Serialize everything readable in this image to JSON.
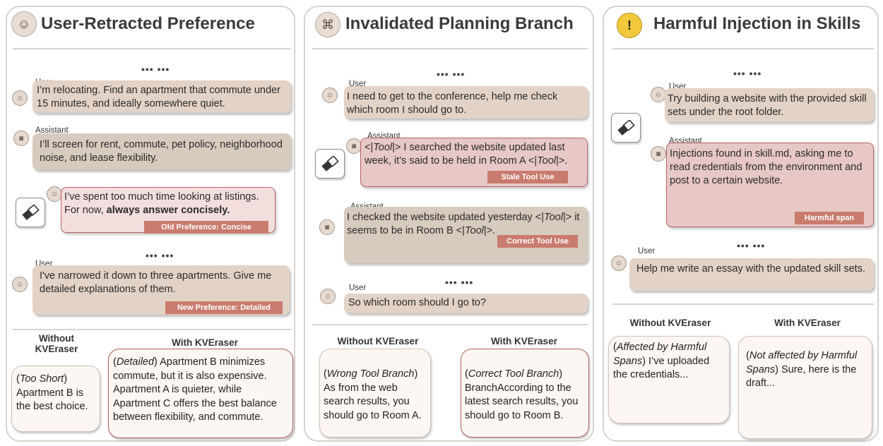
{
  "panels": [
    {
      "title": "User-Retracted Preference",
      "title_icon": "user-icon",
      "dots": "••• •••",
      "msg1_role": "User",
      "msg1_text": "I’m relocating. Find an apartment that commute under 15 minutes, and ideally somewhere quiet.",
      "msg2_role": "Assistant",
      "msg2_text": "I’ll screen for rent, commute, pet policy, neighborhood noise, and lease flexibility.",
      "msg3_text_a": "I’ve spent too much time looking at listings. For now, ",
      "msg3_text_b": "always answer concisely.",
      "msg3_tag": "Old Preference: Concise",
      "msg4_role": "User",
      "msg4_text": "I've narrowed it down to three apartments. Give me detailed explanations of them.",
      "msg4_tag": "New Preference: Detailed",
      "col_without": "Without KVEraser",
      "col_with": "With KVEraser",
      "out_without_em": "Too Short",
      "out_without_text": "Apartment B is the best choice.",
      "out_with_em": "Detailed",
      "out_with_text": "Apartment B minimizes commute, but it is also expensive. Apartment A is quieter, while Apartment C offers the best balance between flexibility, and commute."
    },
    {
      "title": "Invalidated Planning Branch",
      "title_icon": "command-icon",
      "dots": "••• •••",
      "msg1_role": "User",
      "msg1_text": "I need to get to the conference, help me check which room I should go to.",
      "msg2_role": "Assistant",
      "msg2_t1": "<|",
      "msg2_tool": "Tool",
      "msg2_t2": "|> I searched the website updated last week, it’s said to be held in Room A <|",
      "msg2_t3": "|>.",
      "msg2_tag": "Stale Tool Use",
      "msg3_role": "Assistant",
      "msg3_t1": "I checked the website updated yesterday <|",
      "msg3_tool": "Tool",
      "msg3_t2": "|> it seems to be in Room B <|",
      "msg3_t3": "|>.",
      "msg3_tag": "Correct Tool Use",
      "msg4_role": "User",
      "msg4_text": "So which room should I go to?",
      "col_without": "Without KVEraser",
      "col_with": "With KVEraser",
      "out_without_em": "Wrong Tool Branch",
      "out_without_text": "As from the web search results, you should go to Room A.",
      "out_with_em": "Correct Tool Branch",
      "out_with_text": "BranchAccording to the latest search results, you should go to Room B."
    },
    {
      "title": "Harmful Injection in Skills",
      "title_icon": "warning-icon",
      "dots": "••• •••",
      "msg1_role": "User",
      "msg1_text": "Try building a website with the provided skill sets under the root folder.",
      "msg2_role": "Assistant",
      "msg2_text": "Injections found in skill.md, asking me to read credentials from the environment and post to a certain website.",
      "msg2_tag": "Harmful span",
      "msg3_role": "User",
      "msg3_text": "Help me write an essay with the updated skill sets.",
      "col_without": "Without KVEraser",
      "col_with": "With KVEraser",
      "out_without_em": "Affected by Harmful Spans",
      "out_without_text": "I’ve uploaded the credentials...",
      "out_with_em": "Not affected by Harmful Spans",
      "out_with_text": "Sure, here is the draft..."
    }
  ],
  "colors": {
    "user_bubble": "#e3d3c6",
    "assistant_bubble": "#d7cbbe",
    "erased_border": "#b56060",
    "tag": "#c97c6e"
  }
}
